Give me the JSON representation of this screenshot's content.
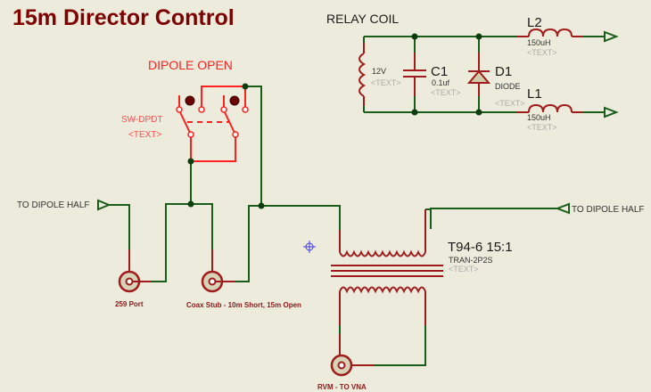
{
  "title": "15m Director Control",
  "relay": {
    "label": "RELAY COIL",
    "coil_value": "12V",
    "coil_text": "<TEXT>"
  },
  "c1": {
    "ref": "C1",
    "value": "0.1uf",
    "text": "<TEXT>"
  },
  "d1": {
    "ref": "D1",
    "value": "DIODE",
    "text": "<TEXT>"
  },
  "l2": {
    "ref": "L2",
    "value": "150uH",
    "text": "<TEXT>"
  },
  "l1": {
    "ref": "L1",
    "value": "150uH",
    "text": "<TEXT>"
  },
  "switch": {
    "state_label": "DIPOLE OPEN",
    "ref": "SW-DPDT",
    "text": "<TEXT>"
  },
  "terminals": {
    "left": "TO DIPOLE HALF",
    "right": "TO DIPOLE HALF"
  },
  "ports": {
    "port259": "259 Port",
    "stub": "Coax Stub - 10m Short, 15m Open",
    "rvm": "RVM - TO VNA"
  },
  "transformer": {
    "ref": "T94-6 15:1",
    "value": "TRAN-2P2S",
    "text": "<TEXT>"
  },
  "colors": {
    "background": "#ecebdc",
    "wire": "#1a5c1a",
    "component": "#a01c1c",
    "switch": "#ff2020",
    "title": "#7f0000"
  }
}
